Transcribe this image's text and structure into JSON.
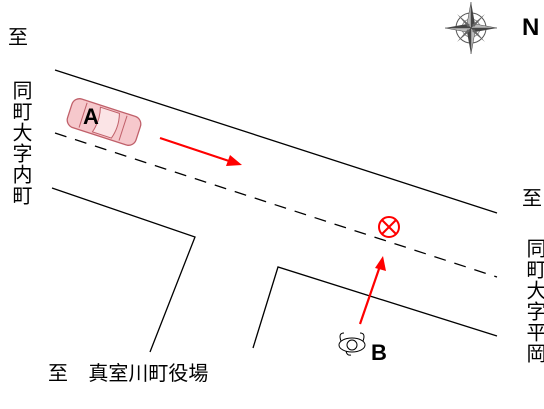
{
  "labels": {
    "dest_left_prefix": "至",
    "dest_left_name": "同町大字内町",
    "dest_right_prefix": "至",
    "dest_right_name": "同町大字平岡",
    "dest_bottom": "至 真室川町役場",
    "north": "N",
    "vehicle_a": "A",
    "person_b": "B"
  },
  "colors": {
    "arrow": "#ff0000",
    "collision_mark": "#ff0000",
    "car_fill": "#f6c8cc",
    "car_stroke": "#c0606a",
    "line": "#000000"
  },
  "icons": {
    "compass": "compass-rose-icon",
    "car": "car-icon",
    "pedestrian": "pedestrian-icon",
    "collision": "collision-mark-icon"
  }
}
